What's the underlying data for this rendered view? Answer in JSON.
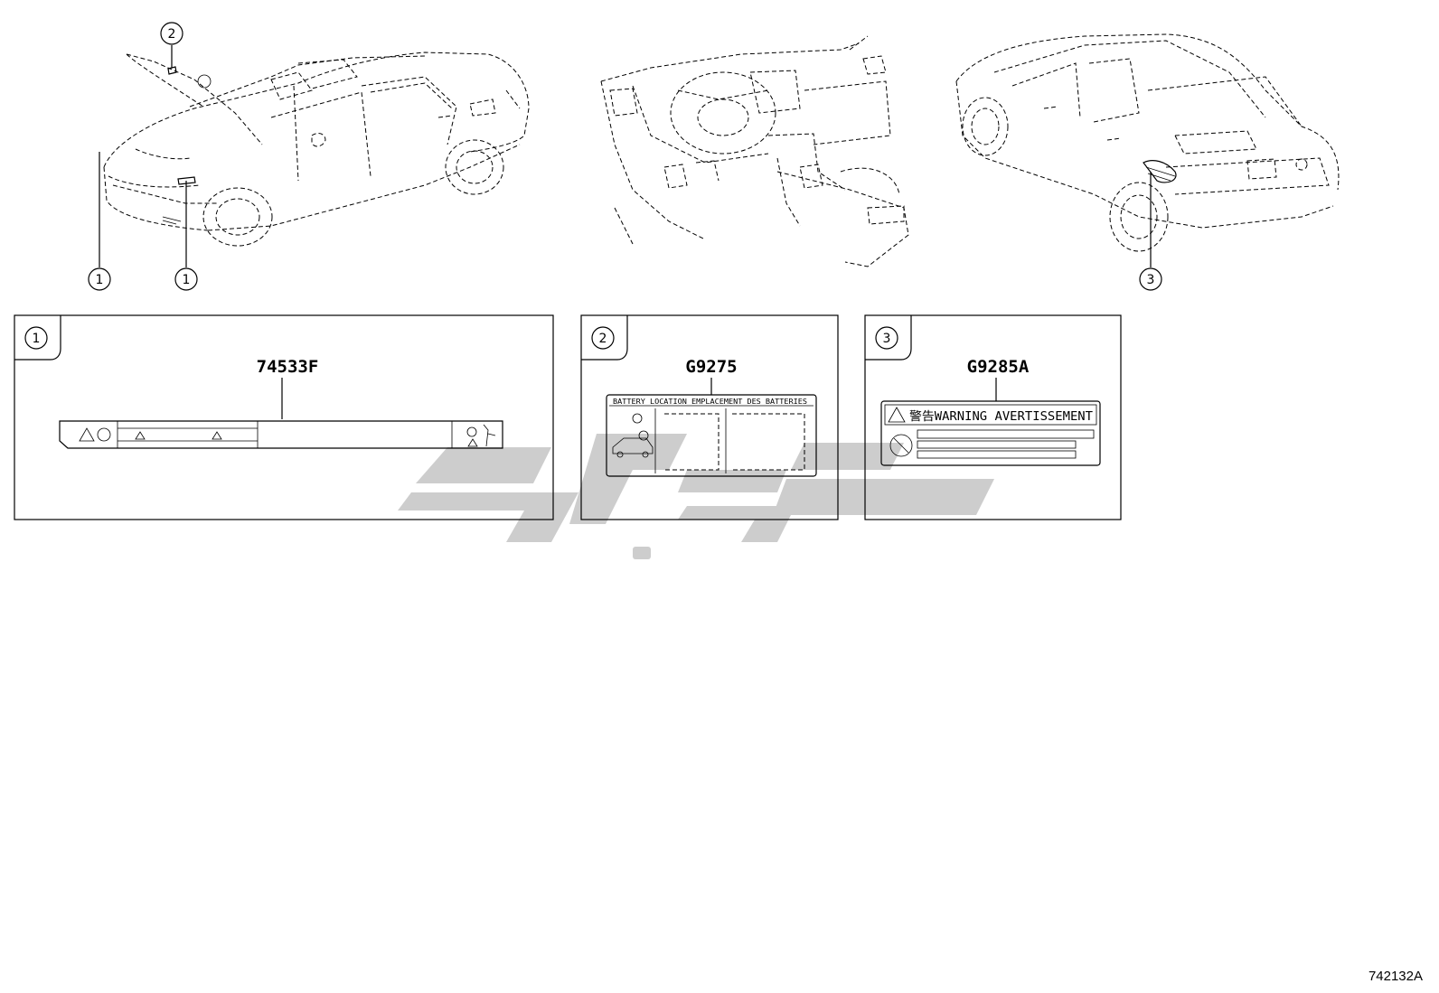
{
  "diagram_id": "742132A",
  "callouts": [
    {
      "n": "1"
    },
    {
      "n": "1"
    },
    {
      "n": "2"
    },
    {
      "n": "3"
    }
  ],
  "panels": [
    {
      "index": "1",
      "part_number": "74533F"
    },
    {
      "index": "2",
      "part_number": "G9275",
      "label_header": "BATTERY LOCATION  EMPLACEMENT DES BATTERIES"
    },
    {
      "index": "3",
      "part_number": "G9285A",
      "warning_text": "警告WARNING AVERTISSEMENT"
    }
  ],
  "watermark_color": "#c8c8c8",
  "line_color": "#000000"
}
